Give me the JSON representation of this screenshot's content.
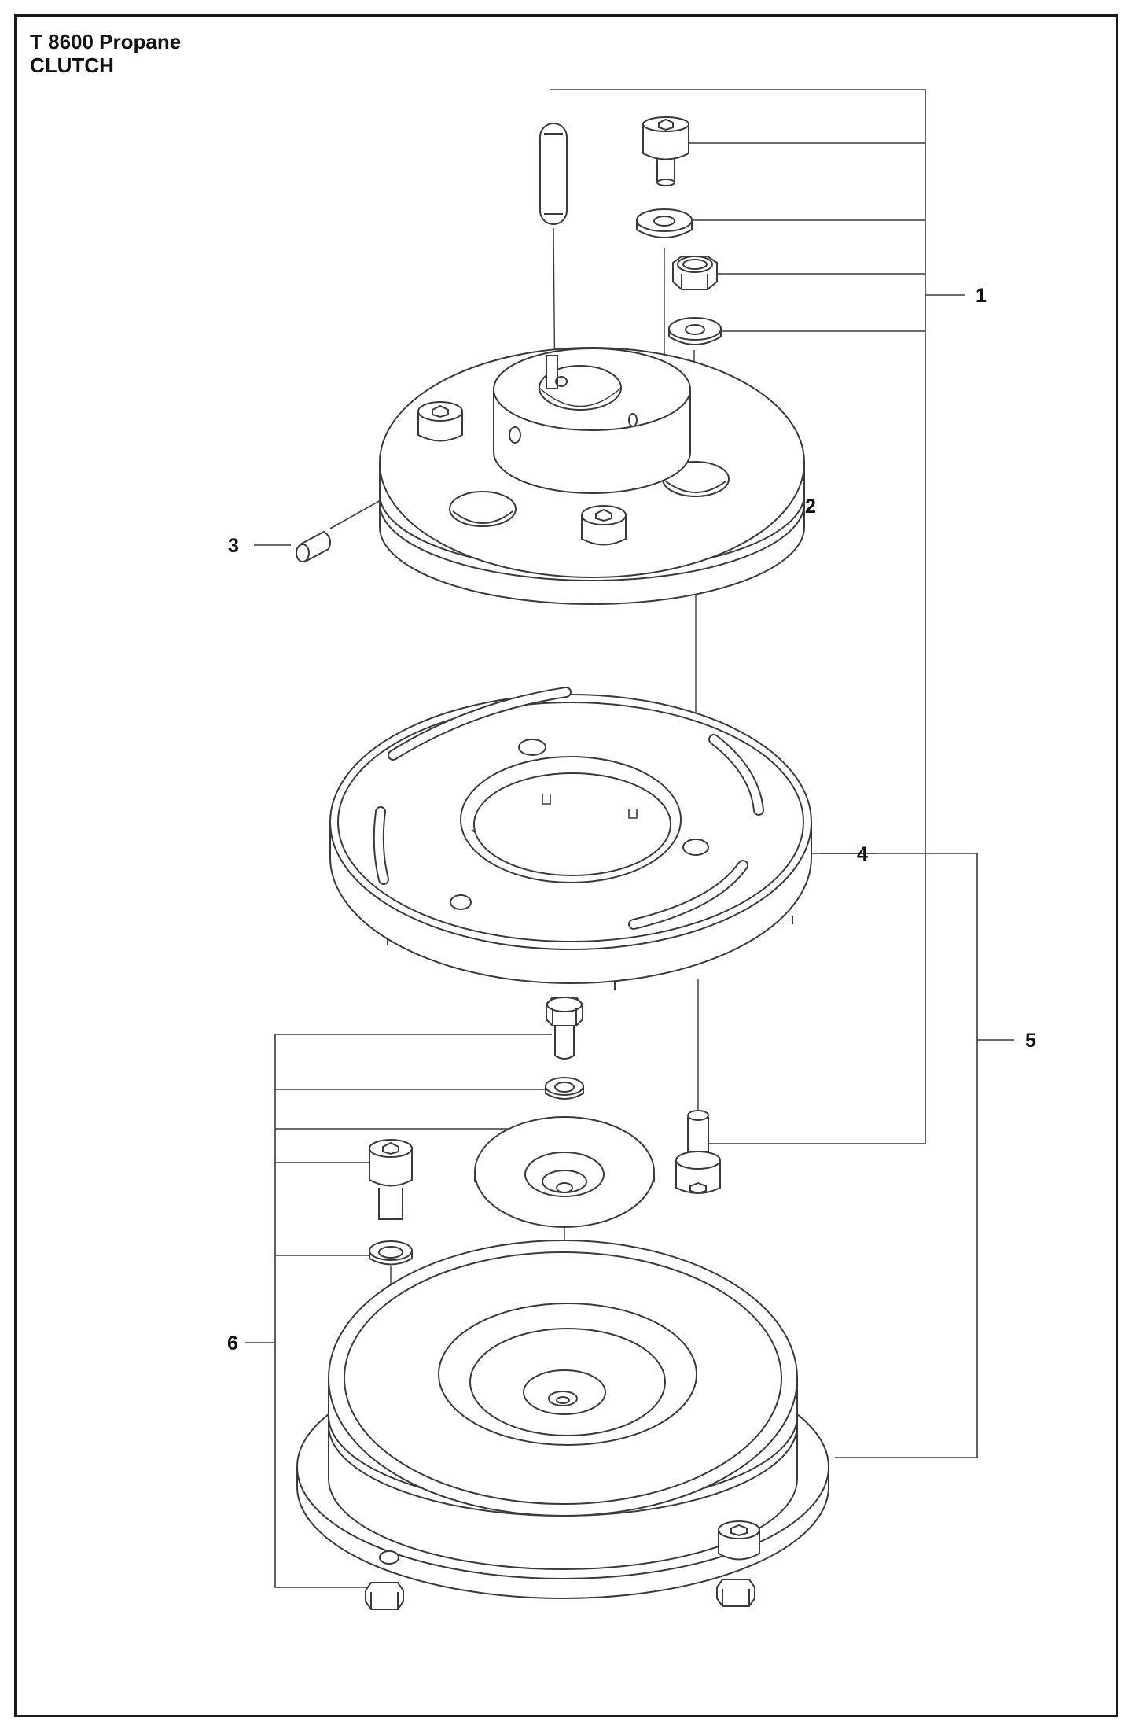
{
  "header": {
    "model": "T 8600 Propane",
    "section": "CLUTCH"
  },
  "callouts": [
    {
      "id": "1",
      "label": "1"
    },
    {
      "id": "2",
      "label": "2"
    },
    {
      "id": "3",
      "label": "3"
    },
    {
      "id": "4",
      "label": "4"
    },
    {
      "id": "5",
      "label": "5"
    },
    {
      "id": "6",
      "label": "6"
    }
  ],
  "colors": {
    "line": "#3a3a3a",
    "part_fill": "#ffffff",
    "shade": "#e9e9e9"
  }
}
